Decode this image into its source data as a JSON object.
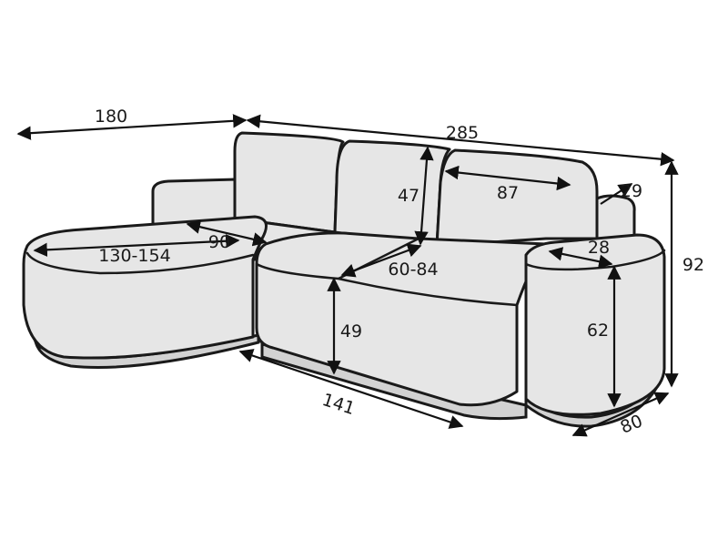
{
  "dimensions": {
    "chaise_length": "180",
    "total_width": "285",
    "backrest_height": "47",
    "cushion_width": "87",
    "armrest_width_top": "29",
    "chaise_depth_range": "130-154",
    "chaise_width": "90",
    "armrest_depth": "28",
    "seat_depth_range": "60-84",
    "total_height": "92",
    "seat_height": "49",
    "armrest_height": "62",
    "base_length": "141",
    "total_depth": "80"
  }
}
